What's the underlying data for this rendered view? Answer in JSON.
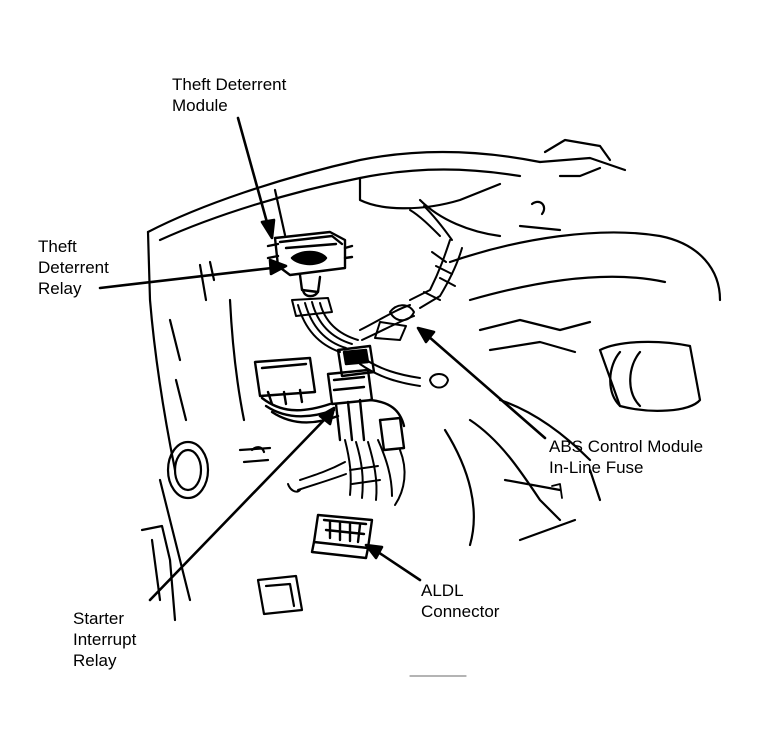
{
  "labels": {
    "theft_module": {
      "line1": "Theft Deterrent",
      "line2": "Module"
    },
    "theft_relay": {
      "line1": "Theft",
      "line2": "Deterrent",
      "line3": "Relay"
    },
    "abs_fuse": {
      "line1": "ABS Control Module",
      "line2": "In-Line Fuse"
    },
    "aldl": {
      "line1": "ALDL",
      "line2": "Connector"
    },
    "starter_relay": {
      "line1": "Starter",
      "line2": "Interrupt",
      "line3": "Relay"
    }
  },
  "colors": {
    "ink": "#000000",
    "paper": "#ffffff"
  }
}
